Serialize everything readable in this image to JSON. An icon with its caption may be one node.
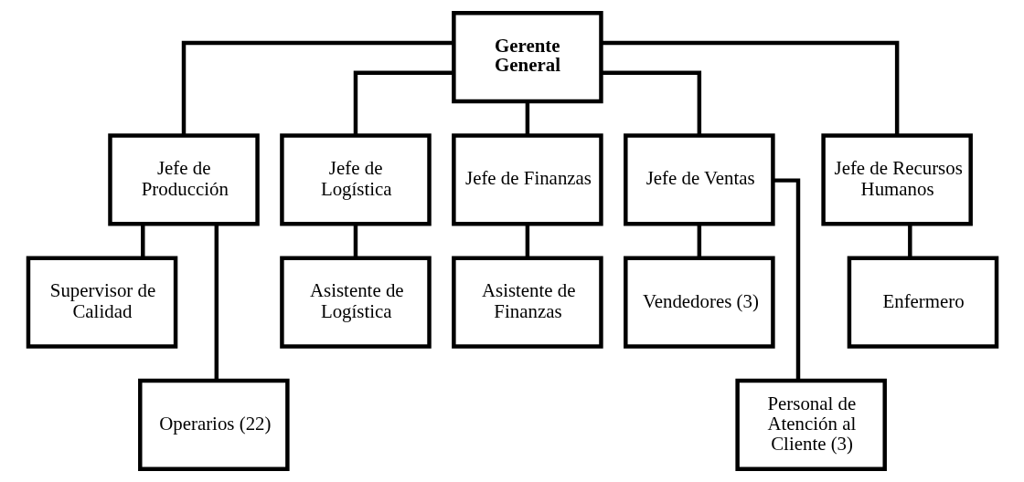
{
  "diagram": {
    "nodes": [
      {
        "text": [
          "Gerente General"
        ]
      },
      {
        "text": [
          "Jefe de Producción"
        ]
      },
      {
        "text": [
          "Jefe de Logística"
        ]
      },
      {
        "text": [
          "Jefe de Finanzas"
        ]
      },
      {
        "text": [
          "Jefe de Ventas"
        ]
      },
      {
        "text": [
          "Jefe de Recursos Humanos"
        ]
      },
      {
        "text": [
          "Supervisor de Calidad"
        ]
      },
      {
        "text": [
          "Operarios (22)"
        ]
      },
      {
        "text": [
          "Asistente de Logística"
        ]
      },
      {
        "text": [
          "Asistente de Finanzas"
        ]
      },
      {
        "text": [
          "Vendedores (3)"
        ]
      },
      {
        "text": [
          "Personal de Atención al Cliente (3)"
        ]
      },
      {
        "text": [
          "Enfermero"
        ]
      }
    ],
    "edges": [
      {
        "from": 0,
        "to": 1,
        "arrow": "none"
      },
      {
        "from": 0,
        "to": 2,
        "arrow": "none"
      },
      {
        "from": 0,
        "to": 3,
        "arrow": "none"
      },
      {
        "from": 0,
        "to": 4,
        "arrow": "none"
      },
      {
        "from": 0,
        "to": 5,
        "arrow": "none"
      },
      {
        "from": 1,
        "to": 6,
        "arrow": "none"
      },
      {
        "from": 1,
        "to": 7,
        "arrow": "none"
      },
      {
        "from": 2,
        "to": 8,
        "arrow": "none"
      },
      {
        "from": 3,
        "to": 9,
        "arrow": "none"
      },
      {
        "from": 4,
        "to": 10,
        "arrow": "none"
      },
      {
        "from": 4,
        "to": 11,
        "arrow": "none"
      },
      {
        "from": 5,
        "to": 12,
        "arrow": "none"
      }
    ]
  }
}
